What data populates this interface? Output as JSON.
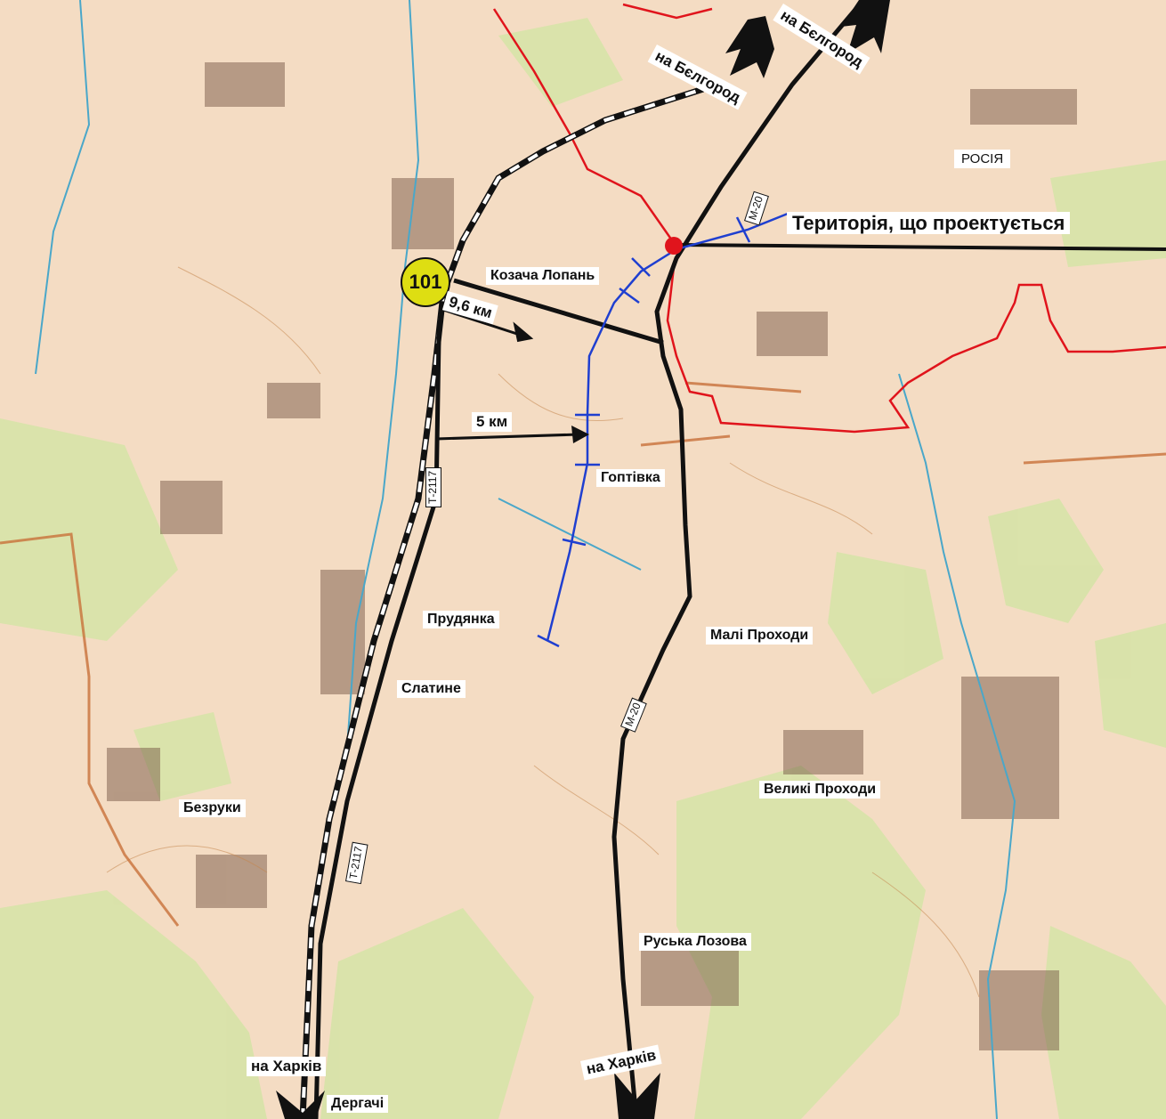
{
  "map": {
    "project_label": "Територія, що проектується",
    "country_label": "РОСІЯ",
    "marker_number": "101",
    "directions": {
      "belgorod_rail": "на Бєлгород",
      "belgorod_road": "на Бєлгород",
      "kharkiv_left": "на Харків",
      "kharkiv_right": "на Харків"
    },
    "distances": {
      "d1": "9,6 км",
      "d2": "5 км"
    },
    "road_codes": {
      "t2117_a": "Т-2117",
      "t2117_b": "Т-2117",
      "m20_a": "М-20",
      "m20_b": "М-20"
    },
    "places": {
      "kozacha_lopan": "Козача Лопань",
      "goptivka": "Гоптівка",
      "prudyanka": "Прудянка",
      "slatyne": "Слатине",
      "mali_prokhody": "Малі Проходи",
      "velyki_prokhody": "Великі Проходи",
      "bezruky": "Безруки",
      "ruska_lozova": "Руська Лозова",
      "dergachi": "Дергачі"
    },
    "colors": {
      "base": "#f4dcc3",
      "forest": "#d7e3a8",
      "border": "#e0141c",
      "project_line": "#1f3fd0",
      "road": "#111111",
      "marker": "#dede12"
    },
    "icons": {
      "direction": "arrowhead-icon",
      "project_point": "red-dot-icon"
    }
  }
}
